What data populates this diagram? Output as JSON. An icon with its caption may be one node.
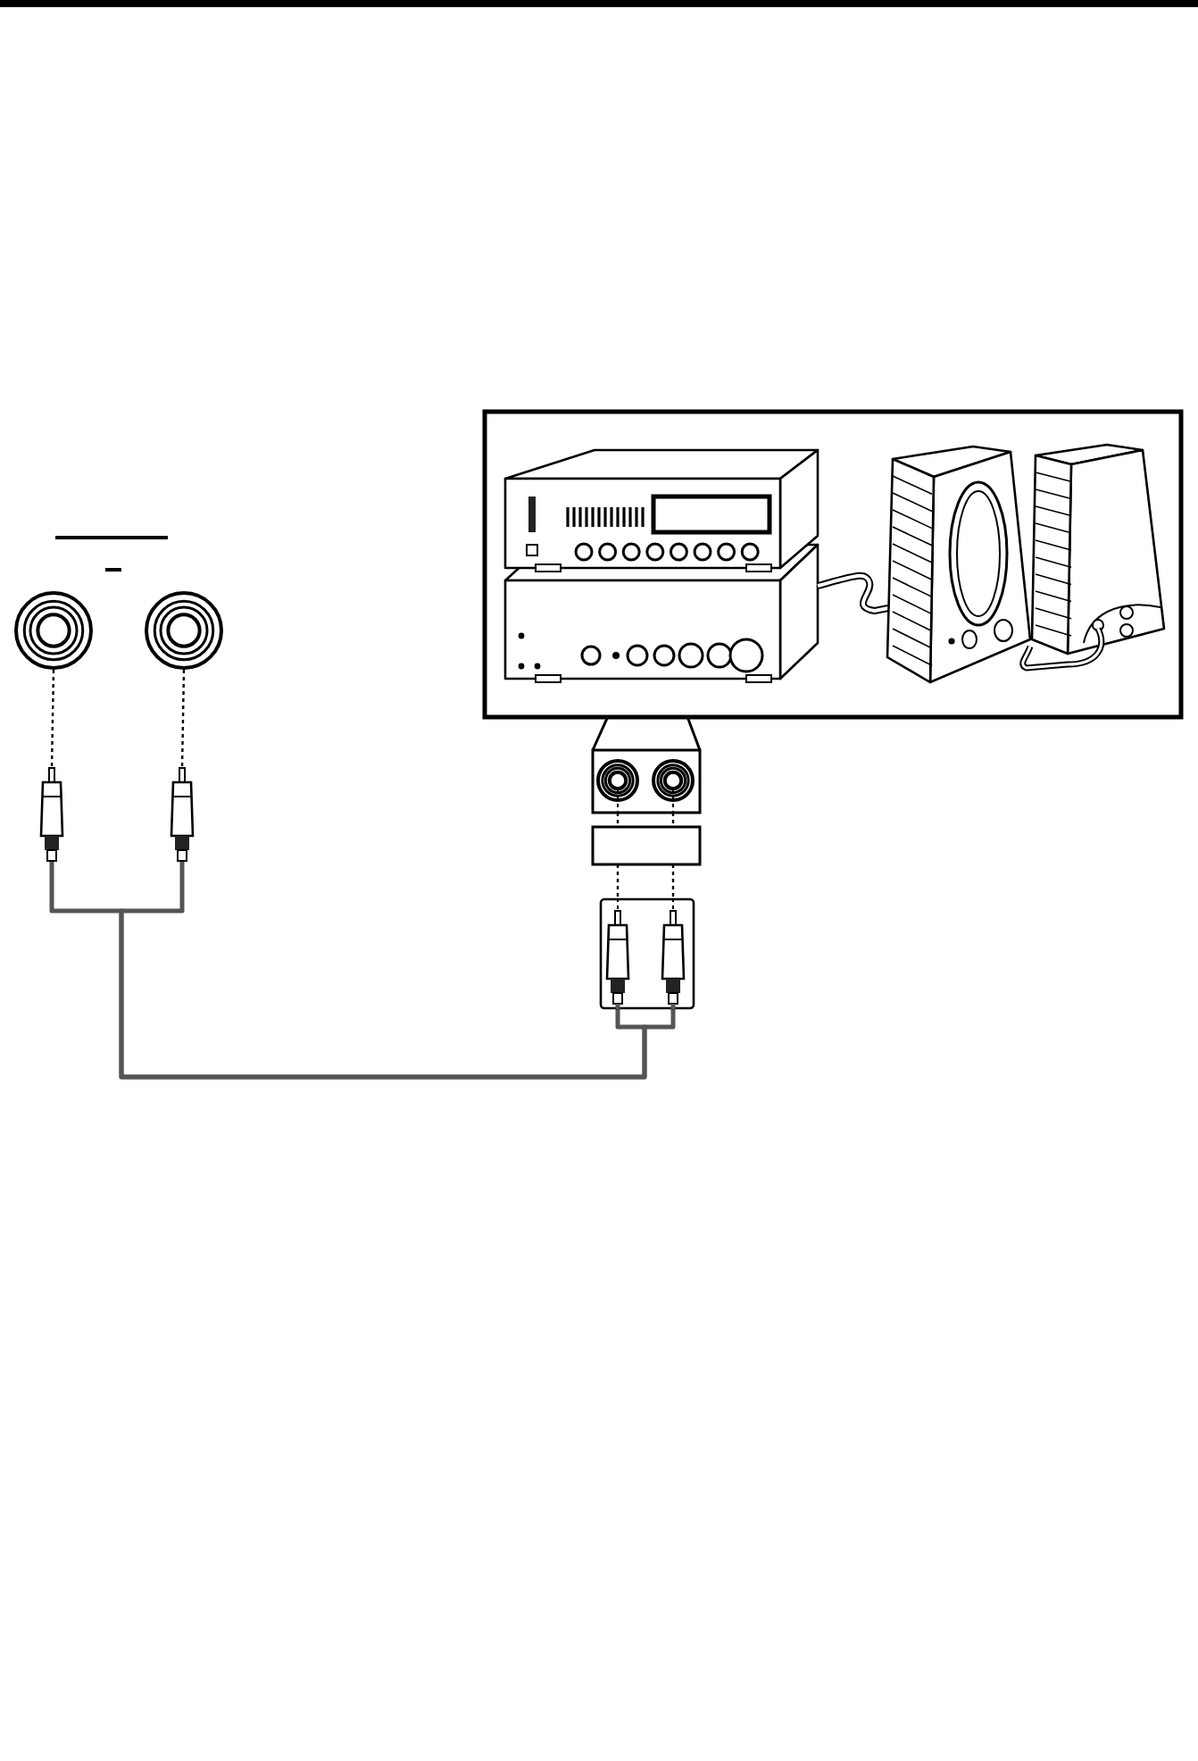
{
  "diagram": {
    "nodes": [
      {
        "text": [],
        "shape": "circle"
      },
      {
        "text": [],
        "shape": "circle"
      },
      {
        "text": [],
        "shape": "plug"
      },
      {
        "text": [],
        "shape": "plug"
      },
      {
        "text": [],
        "shape": "picture"
      },
      {
        "text": [],
        "shape": "box"
      },
      {
        "text": [],
        "shape": "box"
      },
      {
        "text": [],
        "shape": "box"
      }
    ],
    "edges": [
      {
        "from": 0,
        "to": 2,
        "arrow": "none",
        "style": "dashed"
      },
      {
        "from": 1,
        "to": 3,
        "arrow": "none",
        "style": "dashed"
      },
      {
        "from": 5,
        "to": 6,
        "arrow": "none",
        "style": "dashed"
      },
      {
        "from": 5,
        "to": 6,
        "arrow": "none",
        "style": "dashed"
      },
      {
        "from": 6,
        "to": 7,
        "arrow": "none",
        "style": "dashed"
      },
      {
        "from": 6,
        "to": 7,
        "arrow": "none",
        "style": "dashed"
      },
      {
        "from": 2,
        "to": 7,
        "arrow": "none"
      },
      {
        "from": 3,
        "to": 7,
        "arrow": "none"
      }
    ]
  }
}
